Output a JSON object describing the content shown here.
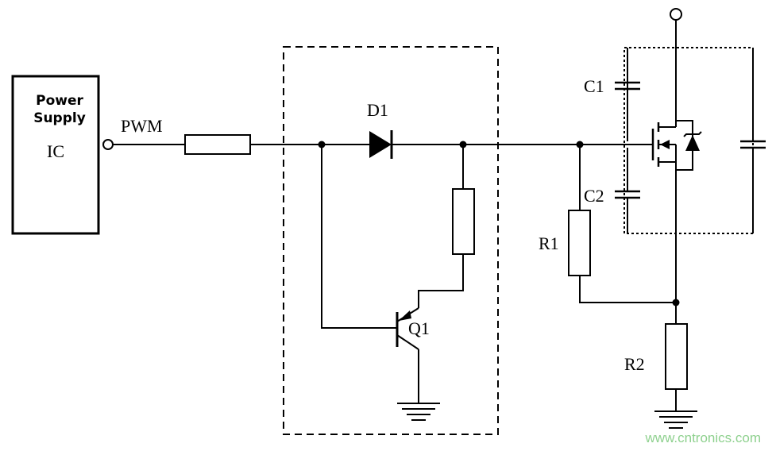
{
  "ic": {
    "title_line1": "Power",
    "title_line2": "Supply",
    "name": "IC"
  },
  "labels": {
    "pwm": "PWM",
    "d1": "D1",
    "q1": "Q1",
    "c1": "C1",
    "c2": "C2",
    "r1": "R1",
    "r2": "R2"
  },
  "watermark": "www.cntronics.com"
}
